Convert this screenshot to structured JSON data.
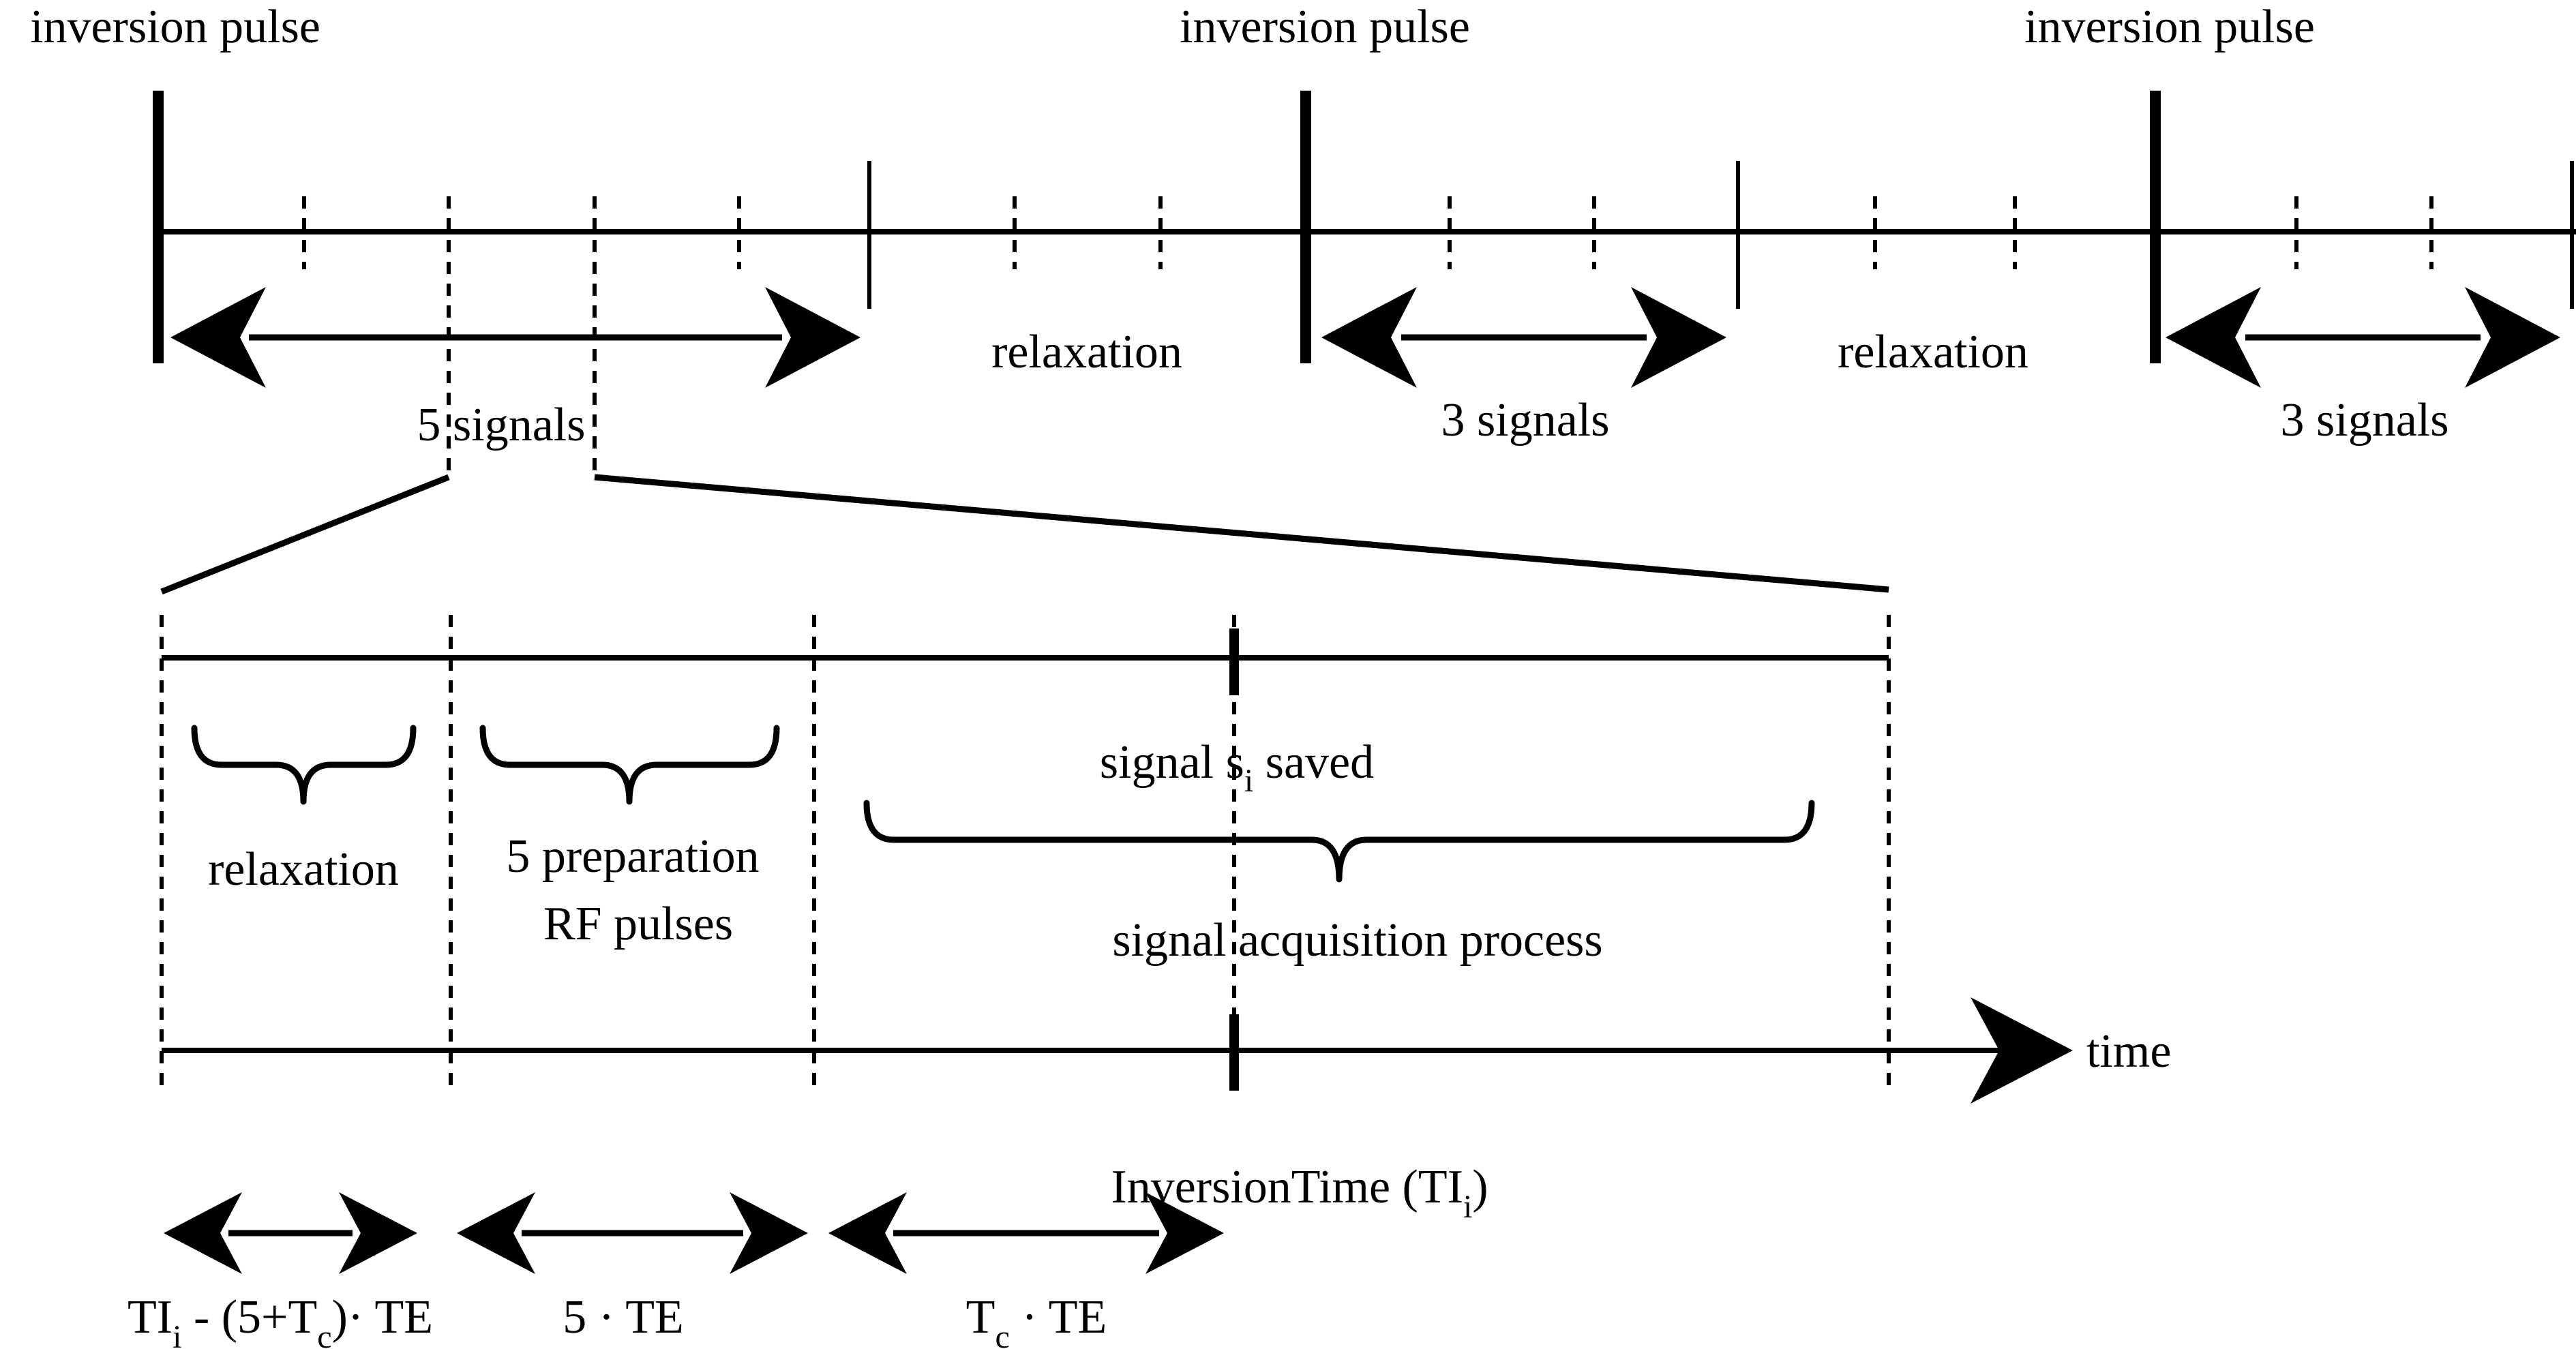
{
  "top_timeline": {
    "inversion_pulse_labels": [
      "inversion pulse",
      "inversion pulse",
      "inversion pulse"
    ],
    "five_signals_label": "5 signals",
    "three_signals_labels": [
      "3 signals",
      "3 signals"
    ],
    "relaxation_labels": [
      "relaxation",
      "relaxation"
    ]
  },
  "detail": {
    "relaxation_label": "relaxation",
    "preparation_label_line1": "5 preparation",
    "preparation_label_line2": "RF pulses",
    "signal_saved": {
      "prefix": "signal s",
      "subscript": "i",
      "suffix": " saved"
    },
    "acquisition_label": "signal acquisition process",
    "inversion_time": {
      "prefix": "InversionTime (TI",
      "subscript": "i",
      "suffix": ")"
    },
    "time_axis_label": "time"
  },
  "formulas": {
    "relaxation_duration": {
      "p1": "TI",
      "sub1": "i",
      "p2": " - (5+T",
      "sub2": "c",
      "p3": ")· TE"
    },
    "preparation_duration": "5 · TE",
    "acquisition_duration": {
      "p1": "T",
      "sub1": "c",
      "p2": " · TE"
    }
  },
  "colors": {
    "ink": "#000000",
    "background": "#ffffff"
  }
}
